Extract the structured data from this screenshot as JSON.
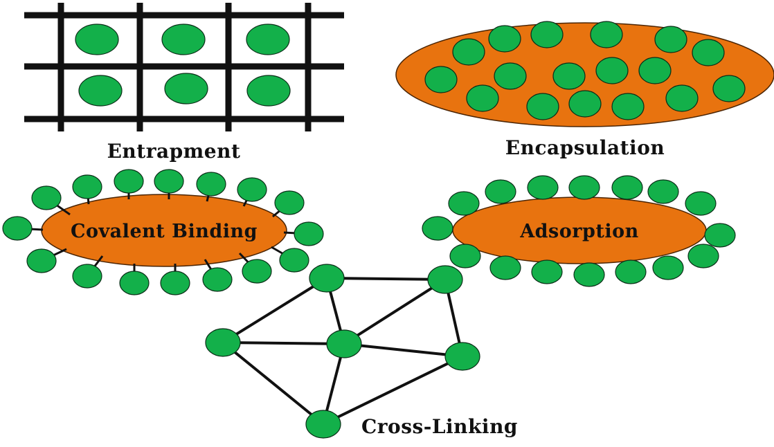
{
  "colors": {
    "bead": "#13b04a",
    "bead_outline": "#0a2e17",
    "carrier": "#e8730f",
    "carrier_outline": "#4a2404",
    "line": "#111111",
    "text": "#111111"
  },
  "labels": {
    "entrapment": "Entrapment",
    "encapsulation": "Encapsulation",
    "covalent_binding": "Covalent Binding",
    "adsorption": "Adsorption",
    "cross_linking": "Cross-Linking"
  }
}
